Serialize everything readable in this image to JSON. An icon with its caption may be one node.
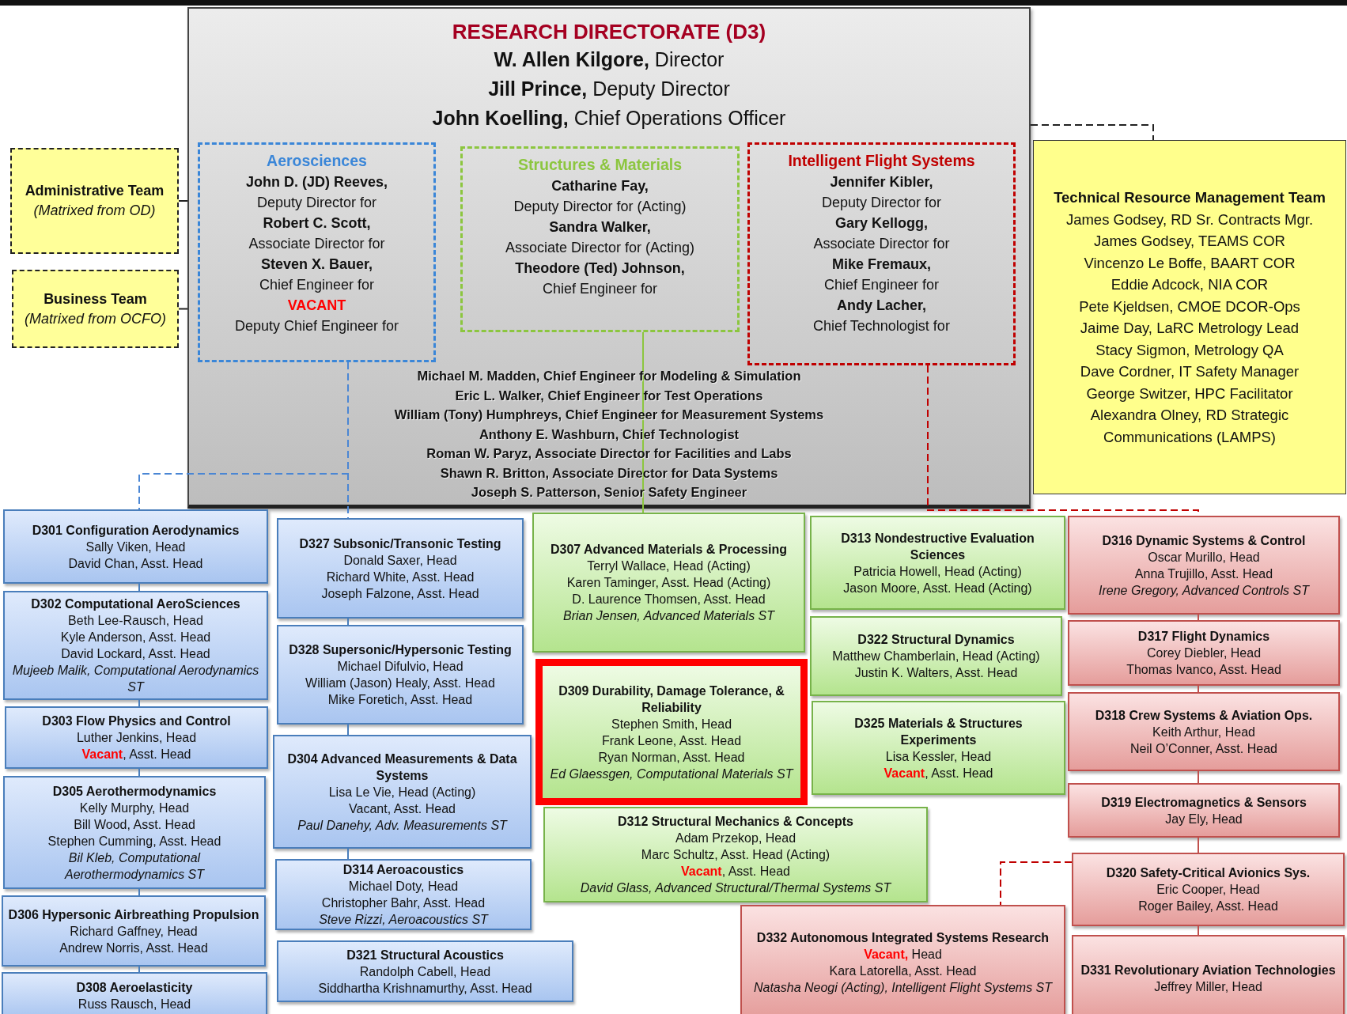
{
  "diagram": {
    "nodes": [
      {
        "text": [
          "RESEARCH DIRECTORATE (D3)",
          "**W. Allen Kilgore,** Director",
          "**Jill Prince,** Deputy Director",
          "**John Koelling,** Chief Operations Officer",
          "Michael M. Madden, Chief Engineer for Modeling & Simulation",
          "Eric L. Walker, Chief Engineer for Test Operations",
          "William (Tony) Humphreys, Chief Engineer for Measurement Systems",
          "Anthony E. Washburn, Chief Technologist",
          "Roman W. Paryz, Associate Director for Facilities and Labs",
          "Shawn R. Britton, Associate Director for Data Systems",
          "Joseph S. Patterson, Senior Safety Engineer"
        ]
      },
      {
        "text": [
          "Aerosciences",
          "John D. (JD) Reeves,",
          "Deputy Director for",
          "Robert C. Scott,",
          "Associate Director for",
          "Steven X. Bauer,",
          "Chief Engineer for",
          "VACANT",
          "Deputy Chief Engineer for"
        ],
        "in": 0
      },
      {
        "text": [
          "Structures & Materials",
          "Catharine Fay,",
          "Deputy Director for (Acting)",
          "Sandra Walker,",
          "Associate Director for (Acting)",
          "Theodore (Ted) Johnson,",
          "Chief Engineer for"
        ],
        "in": 0
      },
      {
        "text": [
          "Intelligent Flight Systems",
          "Jennifer Kibler,",
          "Deputy Director for",
          "Gary Kellogg,",
          "Associate Director for",
          "Mike Fremaux,",
          "Chief Engineer for",
          "Andy Lacher,",
          "Chief Technologist for"
        ],
        "in": 0
      },
      {
        "text": [
          "Administrative Team",
          "(Matrixed from OD)"
        ]
      },
      {
        "text": [
          "Business Team",
          "(Matrixed from OCFO)"
        ]
      },
      {
        "text": [
          "Technical Resource Management Team",
          "James Godsey, RD Sr. Contracts Mgr.",
          "James Godsey, TEAMS COR",
          "Vincenzo Le Boffe, BAART COR",
          "Eddie Adcock, NIA COR",
          "Pete Kjeldsen, CMOE DCOR-Ops",
          "Jaime Day, LaRC Metrology Lead",
          "Stacy Sigmon, Metrology QA",
          "Dave Cordner, IT Safety Manager",
          "George Switzer, HPC Facilitator",
          "Alexandra Olney, RD Strategic Communications (LAMPS)"
        ]
      },
      {
        "text": [
          "D301 Configuration Aerodynamics",
          "Sally Viken, Head",
          "David Chan, Asst. Head"
        ]
      },
      {
        "text": [
          "D302 Computational AeroSciences",
          "Beth Lee-Rausch, Head",
          "Kyle Anderson, Asst. Head",
          "David Lockard, Asst. Head",
          "Mujeeb Malik, Computational Aerodynamics ST"
        ]
      },
      {
        "text": [
          "D303 Flow Physics and Control",
          "Luther Jenkins, Head",
          "**Vacant**, Asst. Head"
        ]
      },
      {
        "text": [
          "D305 Aerothermodynamics",
          "Kelly Murphy, Head",
          "Bill Wood, Asst. Head",
          "Stephen Cumming, Asst. Head",
          "Bil Kleb, Computational Aerothermodynamics ST"
        ]
      },
      {
        "text": [
          "D306 Hypersonic Airbreathing Propulsion",
          "Richard Gaffney, Head",
          "Andrew Norris, Asst. Head"
        ]
      },
      {
        "text": [
          "D308 Aeroelasticity",
          "Russ Rausch, Head"
        ]
      },
      {
        "text": [
          "D327 Subsonic/Transonic Testing",
          "Donald Saxer, Head",
          "Richard White, Asst. Head",
          "Joseph Falzone, Asst. Head"
        ]
      },
      {
        "text": [
          "D328 Supersonic/Hypersonic Testing",
          "Michael Difulvio, Head",
          "William (Jason) Healy, Asst. Head",
          "Mike Foretich, Asst. Head"
        ]
      },
      {
        "text": [
          "D304 Advanced Measurements & Data Systems",
          "Lisa Le Vie, Head (Acting)",
          "Vacant, Asst. Head",
          "Paul Danehy, Adv. Measurements ST"
        ]
      },
      {
        "text": [
          "D314 Aeroacoustics",
          "Michael Doty, Head",
          "Christopher Bahr, Asst. Head",
          "Steve Rizzi, Aeroacoustics ST"
        ]
      },
      {
        "text": [
          "D321 Structural Acoustics",
          "Randolph Cabell, Head",
          "Siddhartha Krishnamurthy, Asst. Head"
        ]
      },
      {
        "text": [
          "D307 Advanced Materials & Processing",
          "Terryl Wallace, Head (Acting)",
          "Karen Taminger, Asst. Head (Acting)",
          "D. Laurence Thomsen, Asst. Head",
          "Brian Jensen, Advanced Materials ST"
        ]
      },
      {
        "text": [
          "D309 Durability, Damage Tolerance, & Reliability",
          "Stephen Smith, Head",
          "Frank Leone, Asst. Head",
          "Ryan Norman, Asst. Head",
          "Ed Glaessgen, Computational Materials ST"
        ]
      },
      {
        "text": [
          "D312 Structural Mechanics & Concepts",
          "Adam Przekop, Head",
          "Marc Schultz, Asst. Head (Acting)",
          "**Vacant**, Asst. Head",
          "David Glass, Advanced Structural/Thermal Systems ST"
        ]
      },
      {
        "text": [
          "D313 Nondestructive Evaluation Sciences",
          "Patricia Howell, Head (Acting)",
          "Jason Moore, Asst. Head (Acting)"
        ]
      },
      {
        "text": [
          "D322 Structural Dynamics",
          "Matthew Chamberlain, Head (Acting)",
          "Justin K. Walters, Asst. Head"
        ]
      },
      {
        "text": [
          "D325 Materials & Structures Experiments",
          "Lisa Kessler, Head",
          "**Vacant**, Asst. Head"
        ]
      },
      {
        "text": [
          "D316 Dynamic Systems & Control",
          "Oscar Murillo, Head",
          "Anna Trujillo, Asst. Head",
          "Irene Gregory, Advanced Controls ST"
        ]
      },
      {
        "text": [
          "D317 Flight Dynamics",
          "Corey Diebler, Head",
          "Thomas Ivanco, Asst. Head"
        ]
      },
      {
        "text": [
          "D318 Crew Systems & Aviation Ops.",
          "Keith Arthur, Head",
          "Neil O’Conner, Asst. Head"
        ]
      },
      {
        "text": [
          "D319 Electromagnetics & Sensors",
          "Jay Ely, Head"
        ]
      },
      {
        "text": [
          "D320 Safety-Critical Avionics Sys.",
          "Eric Cooper, Head",
          "Roger Bailey, Asst. Head"
        ]
      },
      {
        "text": [
          "D331 Revolutionary Aviation Technologies",
          "Jeffrey Miller, Head"
        ]
      },
      {
        "text": [
          "D332 Autonomous Integrated Systems Research",
          "**Vacant,** Head",
          "Kara Latorella, Asst. Head",
          "Natasha Neogi (Acting), Intelligent Flight Systems ST"
        ]
      }
    ],
    "edges": [
      {
        "from": 4,
        "to": 0,
        "arrow": "none",
        "color": "#222222"
      },
      {
        "from": 5,
        "to": 0,
        "arrow": "none",
        "color": "#222222"
      },
      {
        "from": 0,
        "to": 6,
        "arrow": "none",
        "style": "dashed",
        "color": "#222222"
      },
      {
        "from": 1,
        "to": 7,
        "arrow": "none",
        "style": "dashed",
        "color": "#4a86d4"
      },
      {
        "from": 1,
        "to": 13,
        "arrow": "none",
        "style": "dashed",
        "color": "#4a86d4"
      },
      {
        "from": 2,
        "to": 18,
        "arrow": "none",
        "color": "#8cc63f"
      },
      {
        "from": 3,
        "to": 24,
        "arrow": "none",
        "style": "dashed",
        "color": "#c00000"
      },
      {
        "from": 7,
        "to": 8,
        "arrow": "none",
        "color": "#4a7ebb"
      },
      {
        "from": 8,
        "to": 9,
        "arrow": "none",
        "color": "#4a7ebb"
      },
      {
        "from": 9,
        "to": 10,
        "arrow": "none",
        "color": "#4a7ebb"
      },
      {
        "from": 10,
        "to": 11,
        "arrow": "none",
        "color": "#4a7ebb"
      },
      {
        "from": 11,
        "to": 12,
        "arrow": "none",
        "color": "#4a7ebb"
      },
      {
        "from": 13,
        "to": 14,
        "arrow": "none",
        "color": "#4a7ebb"
      },
      {
        "from": 14,
        "to": 15,
        "arrow": "none",
        "color": "#4a7ebb"
      },
      {
        "from": 15,
        "to": 16,
        "arrow": "none",
        "color": "#4a7ebb"
      },
      {
        "from": 24,
        "to": 25,
        "arrow": "none",
        "color": "#c0504d"
      },
      {
        "from": 25,
        "to": 26,
        "arrow": "none",
        "color": "#c0504d"
      },
      {
        "from": 26,
        "to": 27,
        "arrow": "none",
        "color": "#c0504d"
      },
      {
        "from": 27,
        "to": 28,
        "arrow": "none",
        "color": "#c0504d"
      },
      {
        "from": 28,
        "to": 29,
        "arrow": "none",
        "color": "#c0504d"
      },
      {
        "from": 28,
        "to": 30,
        "arrow": "none",
        "style": "dashed",
        "color": "#c00000"
      }
    ]
  }
}
